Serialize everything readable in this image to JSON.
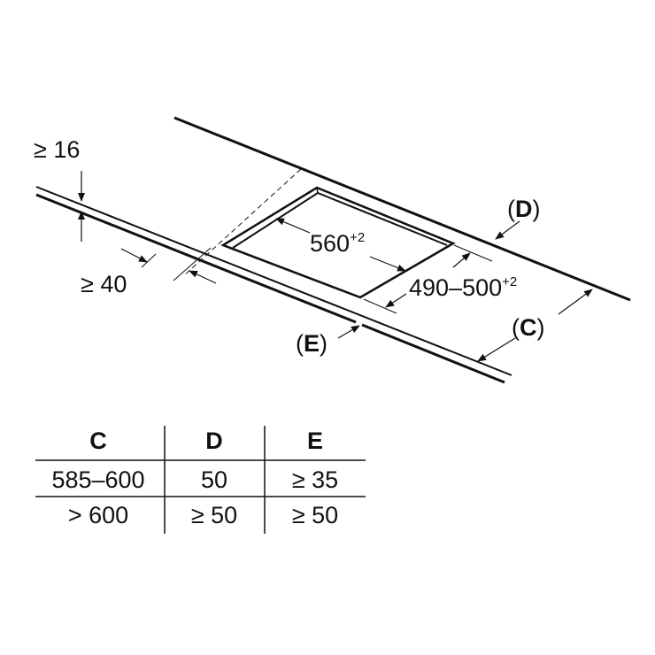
{
  "labels": {
    "min_thickness": "≥ 16",
    "min_front_distance": "≥ 40",
    "cutout_width": "560",
    "cutout_width_tol": "+2",
    "cutout_depth": "490–500",
    "cutout_depth_tol": "+2",
    "d_label": "D",
    "c_label": "C",
    "e_label": "E",
    "open_paren": "(",
    "close_paren": ")"
  },
  "table": {
    "headers": [
      "C",
      "D",
      "E"
    ],
    "rows": [
      [
        "585–600",
        "50",
        "≥ 35"
      ],
      [
        "> 600",
        "≥ 50",
        "≥ 50"
      ]
    ]
  }
}
